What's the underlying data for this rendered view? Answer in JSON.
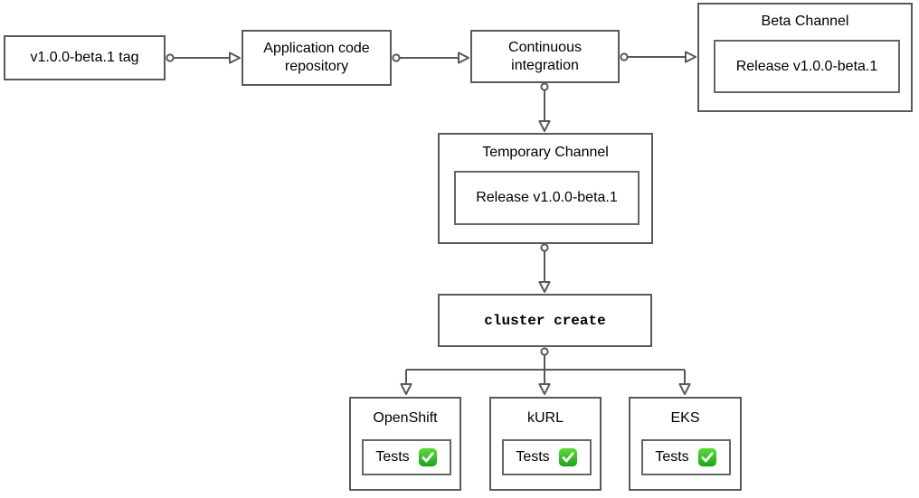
{
  "nodes": {
    "tag": {
      "label": "v1.0.0-beta.1 tag"
    },
    "repo": {
      "label": "Application code repository"
    },
    "ci": {
      "label": "Continuous integration"
    },
    "beta_channel": {
      "title": "Beta Channel",
      "release_label": "Release v1.0.0-beta.1"
    },
    "temporary_channel": {
      "title": "Temporary Channel",
      "release_label": "Release v1.0.0-beta.1"
    },
    "cluster_create": {
      "label": "cluster create"
    },
    "openshift": {
      "title": "OpenShift",
      "tests_label": "Tests",
      "status_icon": "green-check-icon"
    },
    "kurl": {
      "title": "kURL",
      "tests_label": "Tests",
      "status_icon": "green-check-icon"
    },
    "eks": {
      "title": "EKS",
      "tests_label": "Tests",
      "status_icon": "green-check-icon"
    }
  },
  "colors": {
    "background": "#ffffff",
    "node_fill": "#ffffff",
    "node_border": "#595959",
    "connector_line": "#595959",
    "text": "#000000",
    "check_green_top": "#5fd93d",
    "check_green_bottom": "#1ca51c",
    "check_mark": "#ffffff"
  }
}
